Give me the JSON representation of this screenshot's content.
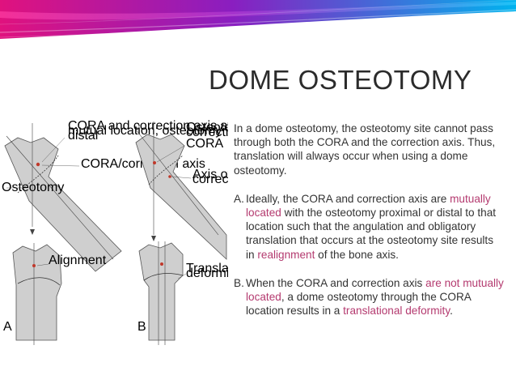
{
  "slide": {
    "title": "DOME OSTEOTOMY",
    "intro": "In a dome osteotomy, the osteotomy site cannot pass through both the CORA and the correction axis. Thus, translation will always occur when using a dome osteotomy.",
    "items": [
      {
        "marker": "A.",
        "segments": [
          {
            "text": "Ideally, the CORA and correction axis are ",
            "highlight": false
          },
          {
            "text": "mutually located",
            "highlight": true
          },
          {
            "text": " with the osteotomy proximal or distal to that location such that the angulation and obligatory translation that occurs at the osteotomy site results in ",
            "highlight": false
          },
          {
            "text": "realignment",
            "highlight": true
          },
          {
            "text": " of the bone axis.",
            "highlight": false
          }
        ]
      },
      {
        "marker": "B.",
        "segments": [
          {
            "text": "When the CORA and correction axis ",
            "highlight": false
          },
          {
            "text": "are not mutually located",
            "highlight": true
          },
          {
            "text": ", a dome osteotomy through the CORA location results in a ",
            "highlight": false
          },
          {
            "text": "translational deformity",
            "highlight": true
          },
          {
            "text": ".",
            "highlight": false
          }
        ]
      }
    ]
  },
  "figure": {
    "labels": {
      "a_top_1": "CORA and correction axis at",
      "a_top_2": "mutual location; osteotomy",
      "a_top_3": "distal",
      "a_cora_axis": "CORA/correction axis",
      "a_osteotomy": "Osteotomy",
      "b_top_1": "Osteotomy at CORA;",
      "b_top_2": "correction axis distal",
      "b_cora": "CORA",
      "b_axis_1": "Axis of",
      "b_axis_2": "correction",
      "a_alignment": "Alignment",
      "b_trans_1": "Translational",
      "b_trans_2": "deformity",
      "panel_a": "A",
      "panel_b": "B"
    }
  },
  "colors": {
    "highlight": "#b43a6f",
    "body_text": "#333333",
    "title_text": "#2b2b2b",
    "bone_fill": "#cfcfcf",
    "cora_dot": "#c0392b"
  }
}
